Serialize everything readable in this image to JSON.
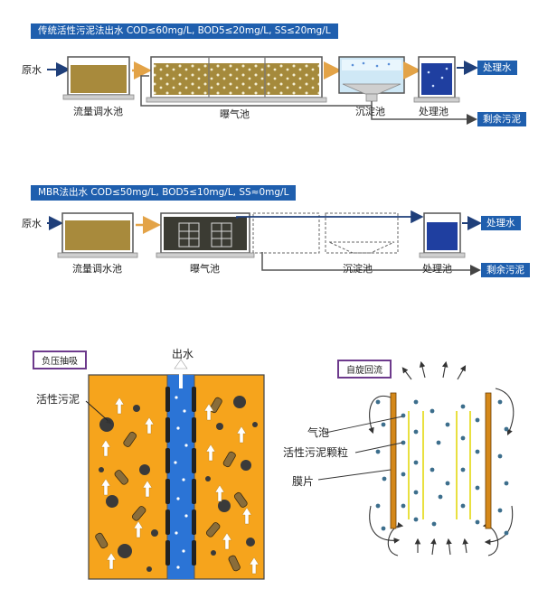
{
  "section1": {
    "title": "传统活性污泥法出水 COD≤60mg/L, BOD5≤20mg/L, SS≤20mg/L",
    "input_label": "原水",
    "tanks": [
      "流量调水池",
      "曝气池",
      "沉淀池",
      "处理池"
    ],
    "output_label": "处理水",
    "sludge_label": "剩余污泥"
  },
  "section2": {
    "title": "MBR法出水 COD≤50mg/L, BOD5≤10mg/L, SS≈0mg/L",
    "input_label": "原水",
    "tanks": [
      "流量调水池",
      "曝气池",
      "沉淀池",
      "处理池"
    ],
    "output_label": "处理水",
    "sludge_label": "剩余污泥"
  },
  "panel_left": {
    "tag": "负压抽吸",
    "outlet_label": "出水",
    "sludge_label": "活性污泥"
  },
  "panel_right": {
    "tag": "自旋回流",
    "labels": [
      "气泡",
      "活性污泥颗粒",
      "膜片"
    ]
  },
  "colors": {
    "header_blue": "#1f5fae",
    "sludge_brown": "#a88a3c",
    "treated_blue": "#1f3fa0",
    "orange": "#f5a31c",
    "arrow_orange": "#e3a347",
    "tag_border": "#6d3a8c"
  }
}
